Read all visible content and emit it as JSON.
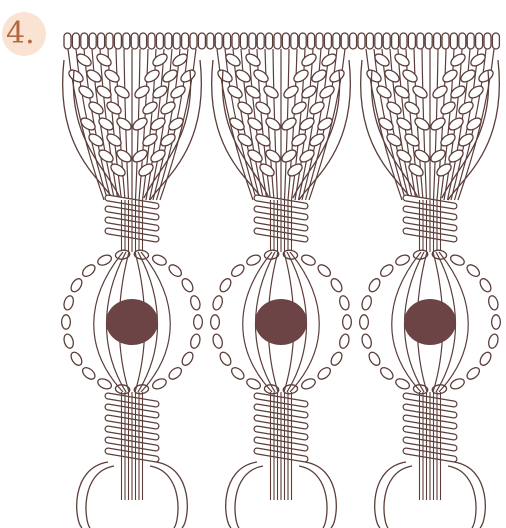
{
  "step": {
    "label": "4."
  },
  "diagram": {
    "subject": "macrame-wall-hanging-step",
    "column_count": 3,
    "colors": {
      "line": "#5b3e3a",
      "bead": "#6d4446",
      "cord_fill": "#ffffff",
      "badge_fill": "#fbe3d3",
      "badge_text": "#b3683f"
    }
  }
}
